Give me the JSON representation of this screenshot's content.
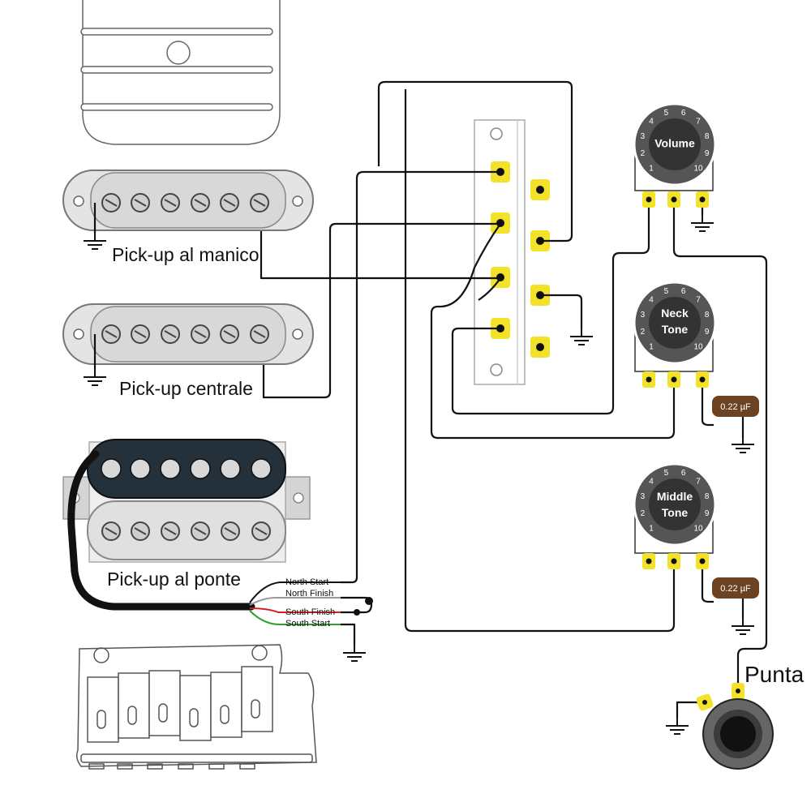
{
  "pickups": {
    "neck": "Pick-up al manico",
    "middle": "Pick-up centrale",
    "bridge": "Pick-up al ponte"
  },
  "humbucker_wires": [
    {
      "label": "North Start",
      "color": "#111111"
    },
    {
      "label": "North Finish",
      "color": "#9a9a9a"
    },
    {
      "label": "South Finish",
      "color": "#d62020"
    },
    {
      "label": "South Start",
      "color": "#2ea02e"
    }
  ],
  "pots": {
    "volume": "Volume",
    "neck_tone": [
      "Neck",
      "Tone"
    ],
    "middle_tone": [
      "Middle",
      "Tone"
    ],
    "scale": [
      "1",
      "2",
      "3",
      "4",
      "5",
      "6",
      "7",
      "8",
      "9",
      "10"
    ]
  },
  "capacitors": [
    "0.22 µF",
    "0.22 µF"
  ],
  "jack": {
    "tip_label": "Punta"
  },
  "colors": {
    "wire": "#111111",
    "lug": "#f2e22a",
    "capacitor": "#6b4323",
    "knob": "#555555",
    "pickup_body": "#e4e4e4",
    "humbucker_top": "#24303a"
  }
}
